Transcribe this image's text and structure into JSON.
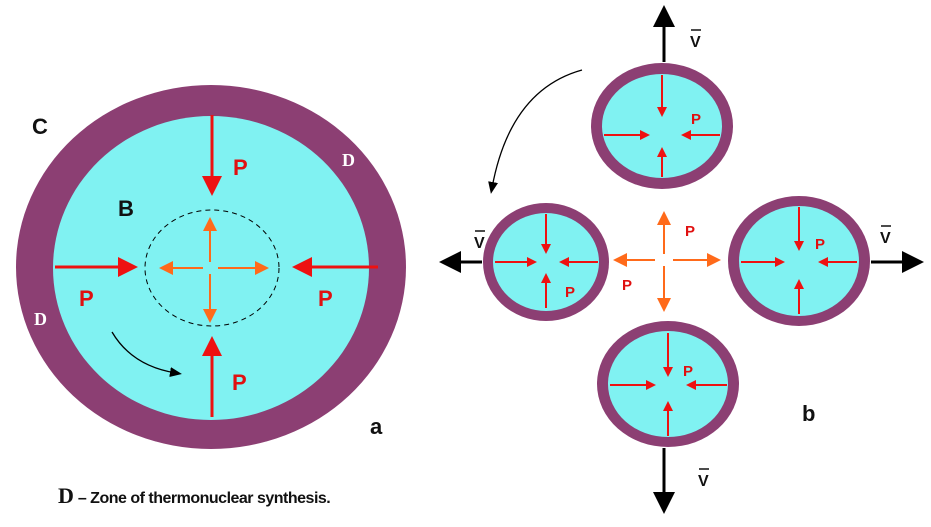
{
  "colors": {
    "shell": "#8c3f73",
    "core": "#80f2f2",
    "pressure_arrow": "#ee1111",
    "outward_arrow": "#ff6a1a",
    "label_red": "#e01010",
    "label_dark": "#111111",
    "label_white": "#ffffff"
  },
  "panel_a": {
    "label_c": "C",
    "label_b": "B",
    "label_d_top": "D",
    "label_d_left": "D",
    "pressure_label": "P",
    "panel_letter": "a"
  },
  "panel_b": {
    "velocity_label": "V",
    "pressure_label": "P",
    "panel_letter": "b"
  },
  "legend": {
    "symbol": "D",
    "text": " – Zone of thermonuclear synthesis."
  }
}
